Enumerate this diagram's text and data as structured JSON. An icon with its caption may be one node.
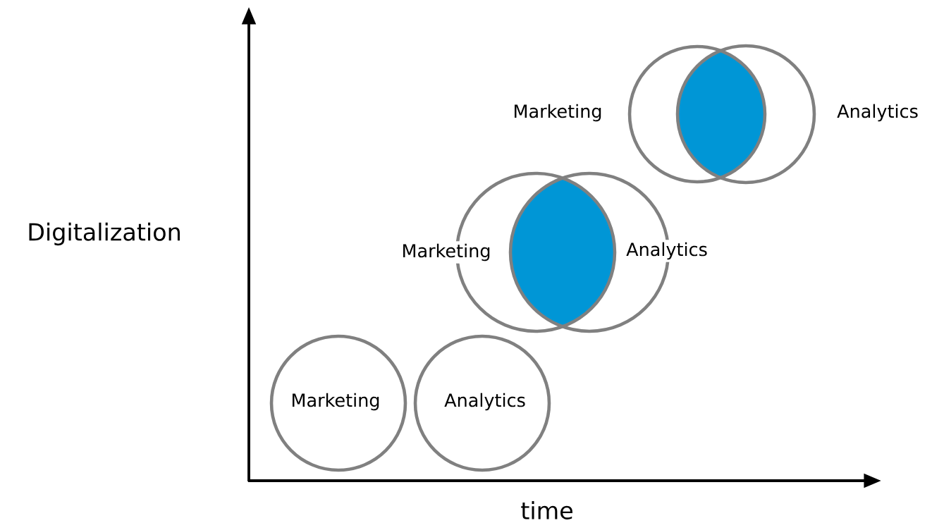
{
  "diagram": {
    "nodes": [
      {
        "text": [
          "Marketing"
        ]
      },
      {
        "text": [
          "Analytics"
        ]
      },
      {
        "text": [
          "Marketing"
        ]
      },
      {
        "text": [
          "Analytics"
        ]
      },
      {
        "text": [
          "Marketing"
        ]
      },
      {
        "text": [
          "Analytics"
        ]
      },
      {
        "text": [],
        "shape": "lens"
      },
      {
        "text": [],
        "shape": "lens"
      }
    ],
    "labels": [
      "Digitalization",
      "time"
    ]
  }
}
